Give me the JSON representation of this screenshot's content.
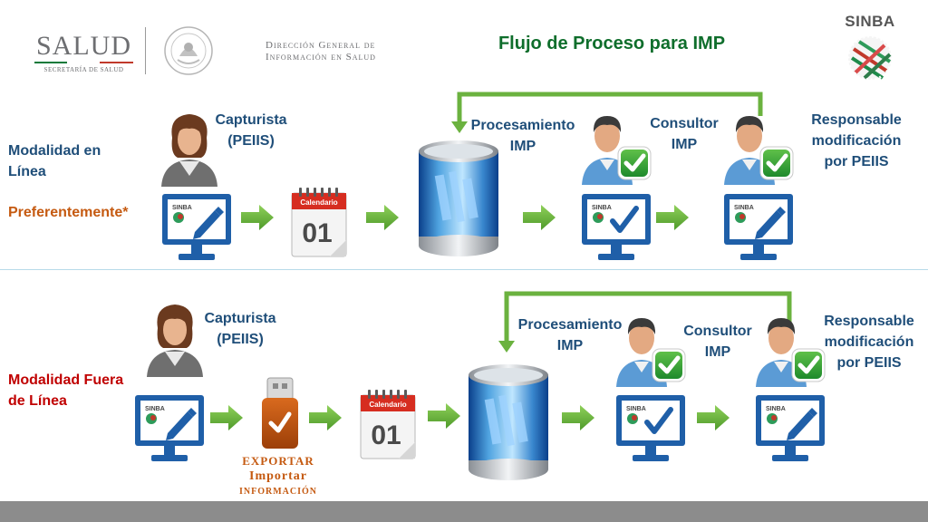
{
  "header": {
    "salud": "SALUD",
    "secretaria": "SECRETARÍA DE SALUD",
    "dgis_line1": "Dirección General de",
    "dgis_line2": "Información en Salud",
    "title": "Flujo de Proceso para IMP",
    "sinba": "SINBA"
  },
  "online": {
    "mode_line1": "Modalidad en",
    "mode_line2": "Línea",
    "preferente": "Preferentemente*",
    "capturista_1": "Capturista",
    "capturista_2": "(PEIIS)",
    "procesamiento_1": "Procesamiento",
    "procesamiento_2": "IMP",
    "consultor_1": "Consultor",
    "consultor_2": "IMP",
    "responsable_1": "Responsable",
    "responsable_2": "modificación",
    "responsable_3": "por PEIIS"
  },
  "offline": {
    "mode_line1": "Modalidad Fuera",
    "mode_line2": "de Línea",
    "capturista_1": "Capturista",
    "capturista_2": "(PEIIS)",
    "procesamiento_1": "Procesamiento",
    "procesamiento_2": "IMP",
    "consultor_1": "Consultor",
    "consultor_2": "IMP",
    "responsable_1": "Responsable",
    "responsable_2": "modificación",
    "responsable_3": "por PEIIS",
    "exportar": "EXPORTAR",
    "importar": "Importar",
    "informacion": "INFORMACIÓN"
  },
  "calendar": {
    "header": "Calendario",
    "day": "01"
  },
  "monitor": {
    "badge": "SINBA"
  },
  "icons": [
    "person-icon",
    "monitor-pencil-icon",
    "monitor-check-icon",
    "calendar-icon",
    "database-icon",
    "usb-icon",
    "arrow-right-icon",
    "check-badge-icon"
  ],
  "colors": {
    "title": "#0f6e2c",
    "label": "#1f4e79",
    "accent_orange": "#c55a11",
    "accent_red": "#c00000",
    "arrow": "#6bb23f",
    "monitor": "#1f5fa8",
    "feedback_line": "#6bb23f"
  }
}
